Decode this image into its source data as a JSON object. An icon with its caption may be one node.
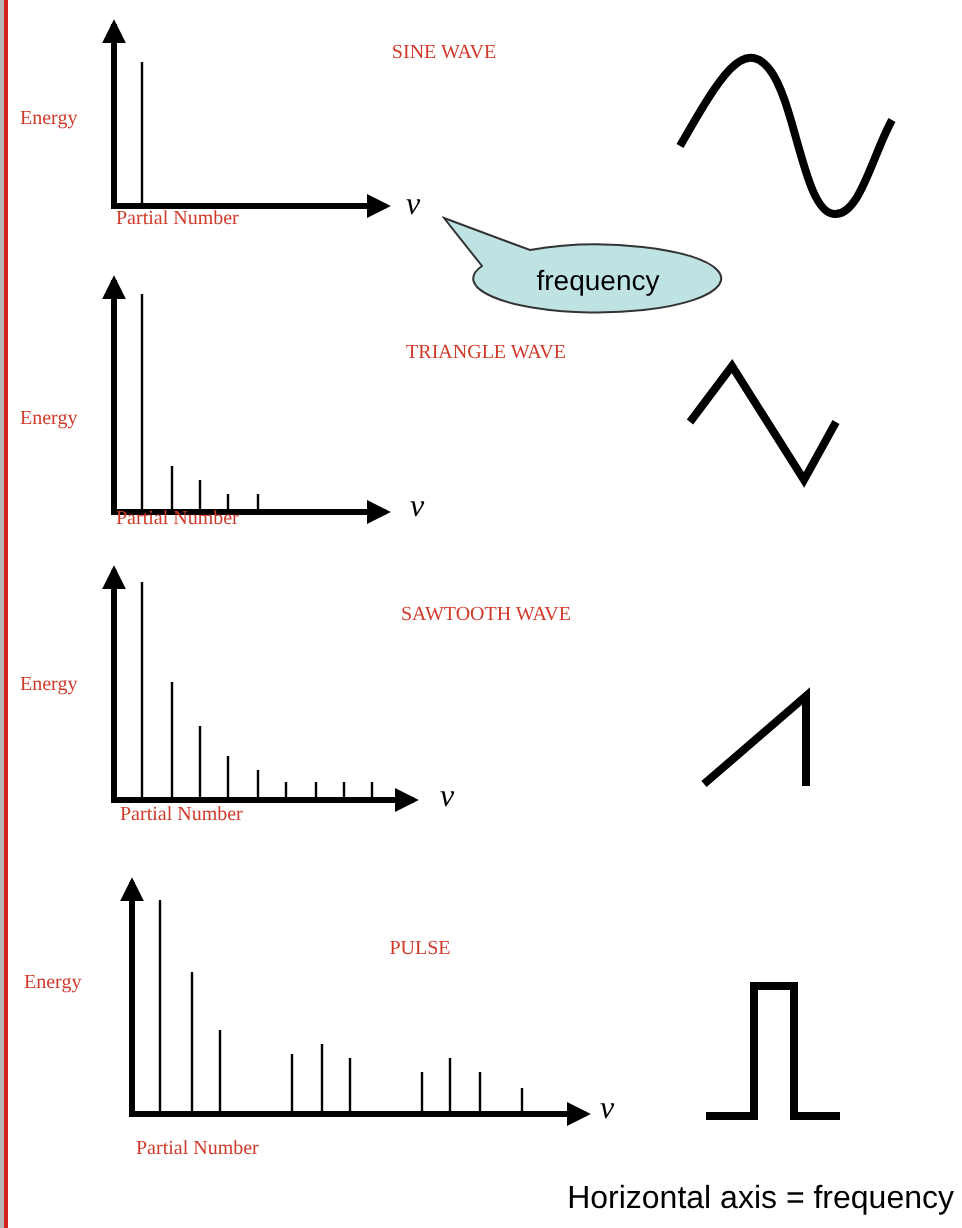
{
  "diagram": {
    "caption": "Horizontal axis = frequency",
    "nodes": [
      {
        "text": [
          "frequency"
        ]
      }
    ],
    "labels": [
      "SINE WAVE",
      "Energy",
      "Partial Number",
      "ν",
      "TRIANGLE WAVE",
      "Energy",
      "Partial Number",
      "ν",
      "SAWTOOTH WAVE",
      "Energy",
      "Partial Number",
      "ν",
      "PULSE",
      "Energy",
      "Partial Number",
      "ν"
    ]
  }
}
